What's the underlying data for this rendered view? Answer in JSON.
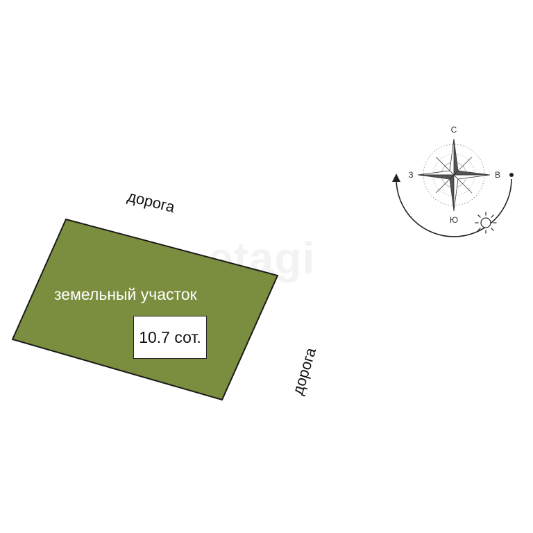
{
  "plot": {
    "label": "земельный участок",
    "area": "10.7 сот.",
    "fill_color": "#7b8d3e",
    "stroke_color": "#1a1a1a"
  },
  "roads": {
    "top_label": "дорога",
    "right_label": "дорога"
  },
  "compass": {
    "north": "С",
    "south": "Ю",
    "west": "З",
    "east": "В",
    "icons": [
      "compass-rose-icon",
      "sun-icon",
      "sun-path-arrow-icon"
    ]
  },
  "watermark": "etagi"
}
